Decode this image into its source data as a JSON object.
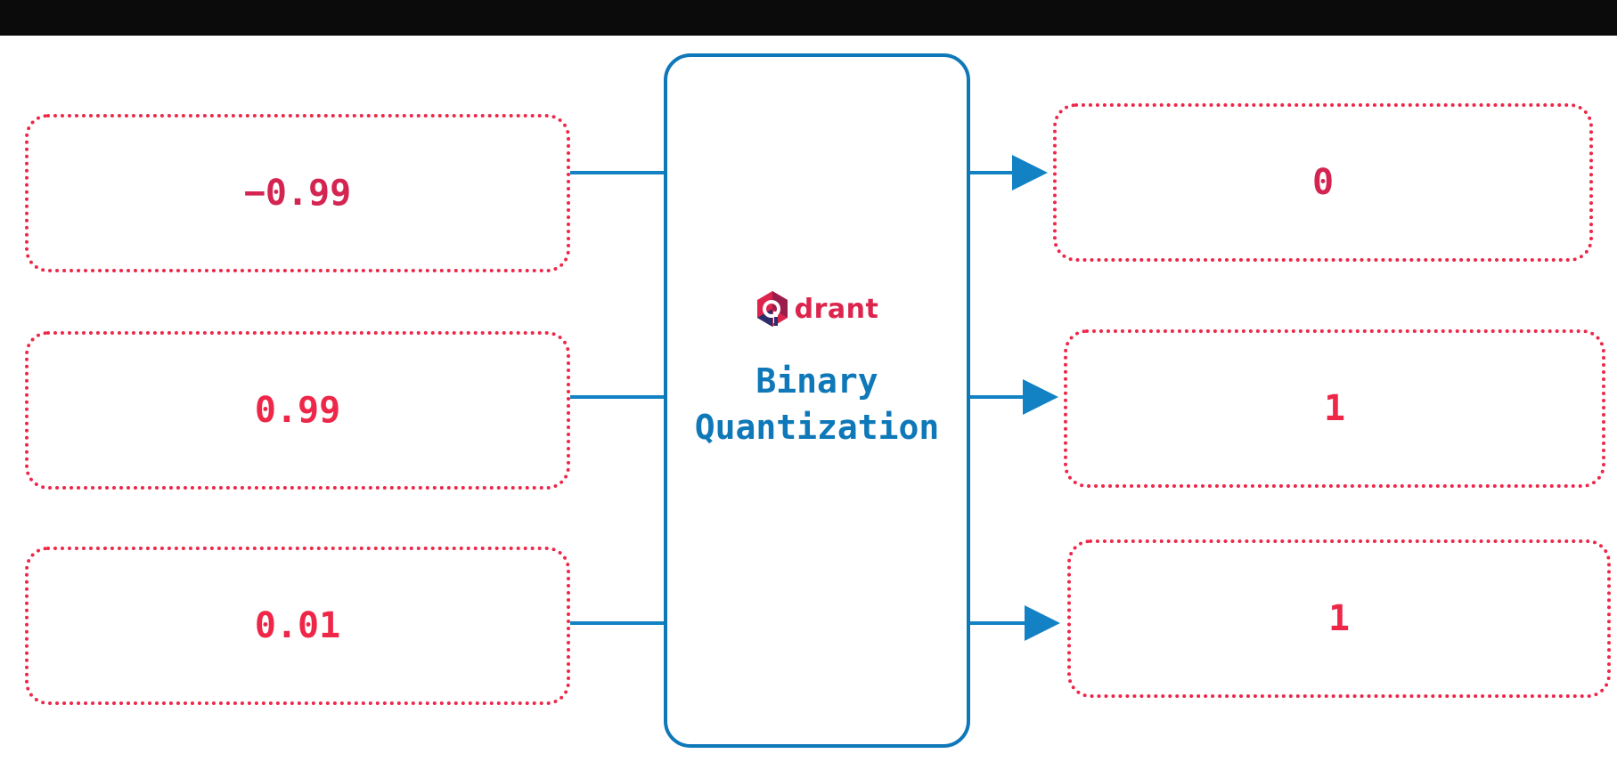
{
  "inputs": [
    {
      "value": "−0.99",
      "color": "#d42552"
    },
    {
      "value": "0.99",
      "color": "#ee2749"
    },
    {
      "value": "0.01",
      "color": "#ee2749"
    }
  ],
  "outputs": [
    {
      "value": "0",
      "color": "#d42552"
    },
    {
      "value": "1",
      "color": "#ee2749"
    },
    {
      "value": "1",
      "color": "#ee2749"
    }
  ],
  "process": {
    "logo_text": "drant",
    "title_line1": "Binary",
    "title_line2": "Quantization"
  },
  "colors": {
    "connector": "#1282c4",
    "box_border": "#0e78b8",
    "dotted_border": "#ee2749"
  },
  "icons": {
    "logo": "qdrant-logo-icon"
  }
}
